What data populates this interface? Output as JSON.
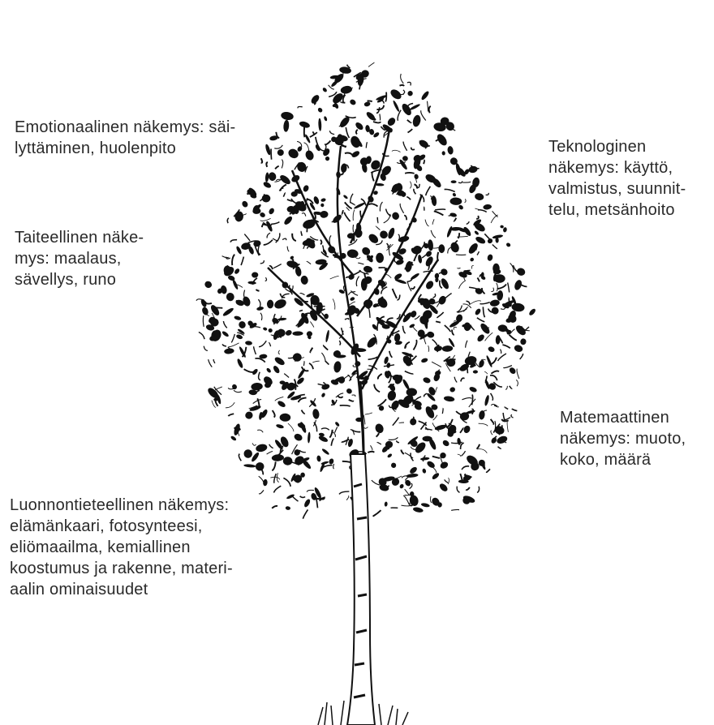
{
  "labels": {
    "emotional": "Emotionaalinen näkemys: säi-\nlyttäminen, huolenpito",
    "artistic": "Taiteellinen näke-\nmys: maalaus,\nsävellys, runo",
    "technological": "Teknologinen\nnäkemys: käyttö,\nvalmistus, suunnit-\ntelu, metsänhoito",
    "mathematical": "Matemaattinen\nnäkemys: muoto,\nkoko, määrä",
    "natural_science": "Luonnontieteellinen näkemys:\nelämänkaari, fotosynteesi,\neliömaailma, kemiallinen\nkoostumus ja rakenne, materi-\naalin ominaisuudet"
  },
  "illustration": {
    "subject": "birch-tree",
    "ink_color": "#111111",
    "background_color": "#ffffff"
  }
}
